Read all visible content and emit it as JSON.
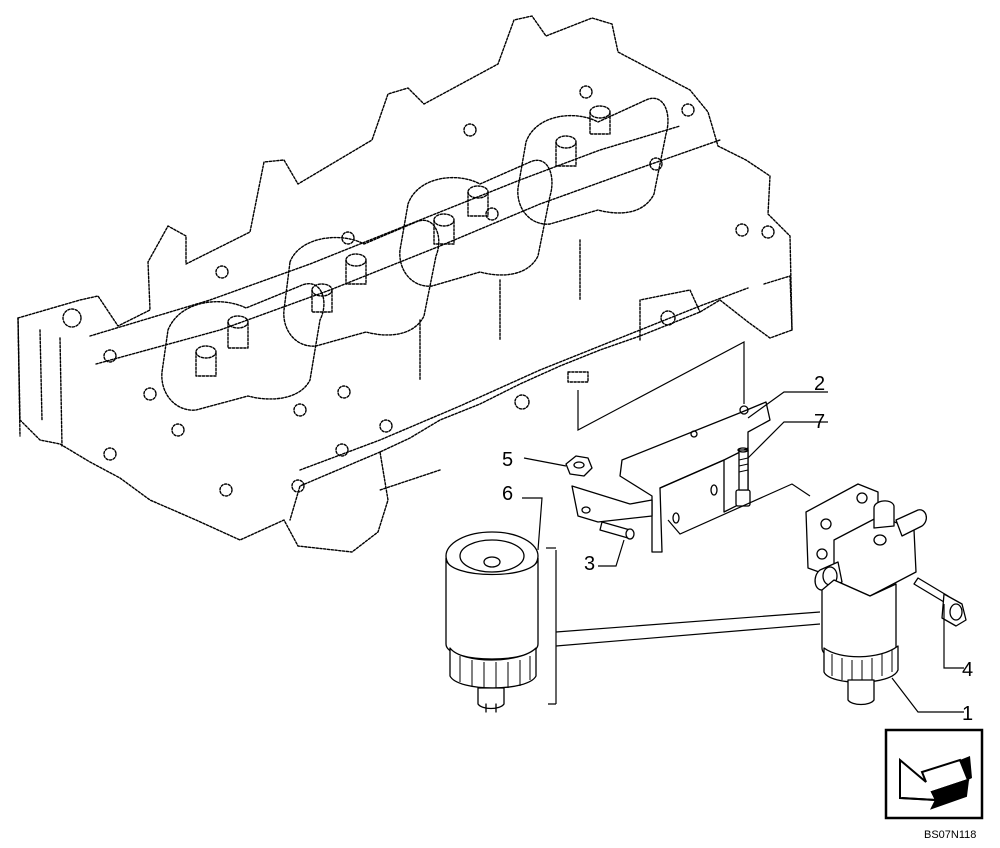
{
  "diagram": {
    "callouts": [
      {
        "id": "label-1",
        "text": "1"
      },
      {
        "id": "label-2",
        "text": "2"
      },
      {
        "id": "label-3",
        "text": "3"
      },
      {
        "id": "label-4",
        "text": "4"
      },
      {
        "id": "label-5",
        "text": "5"
      },
      {
        "id": "label-6",
        "text": "6"
      },
      {
        "id": "label-7",
        "text": "7"
      }
    ],
    "drawing_code": "BS07N118",
    "icons": {
      "navigation": "back-arrow-icon"
    },
    "colors": {
      "line": "#000000",
      "background": "#ffffff"
    }
  }
}
